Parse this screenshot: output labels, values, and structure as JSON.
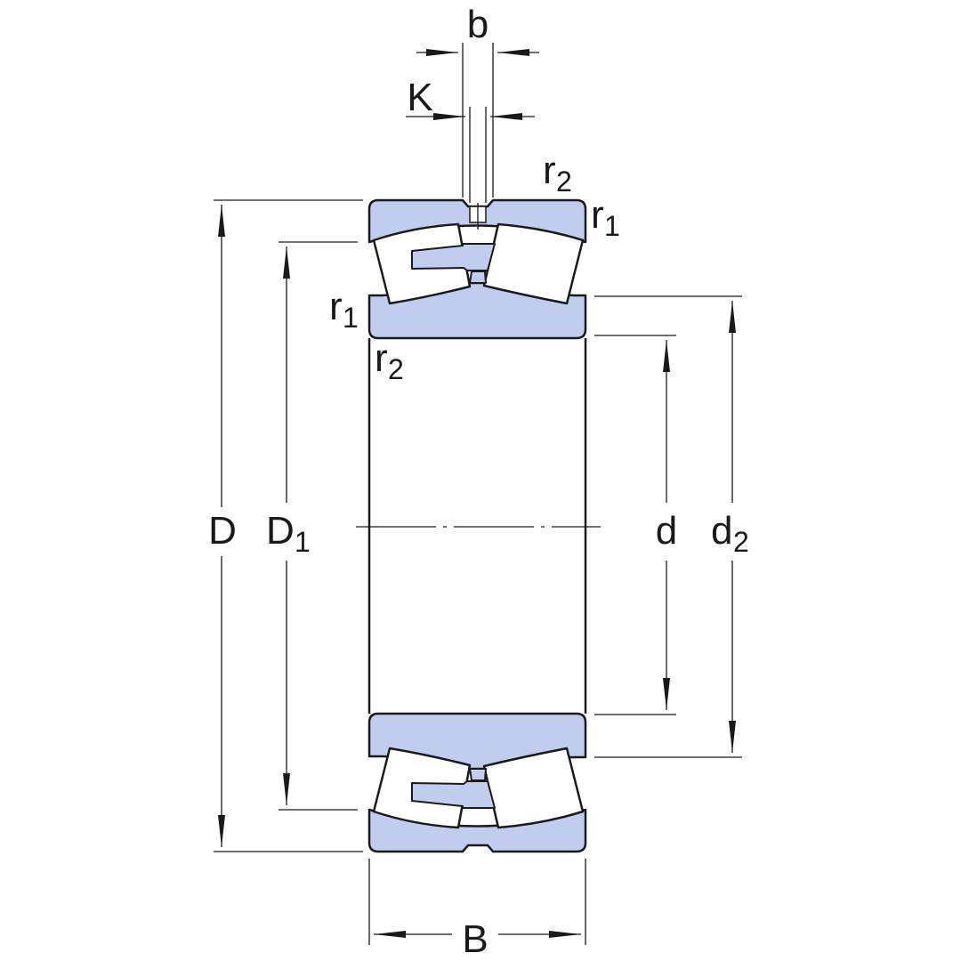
{
  "colors": {
    "ring_fill": "#c0cdef",
    "line": "#1a1a1a",
    "background": "#ffffff"
  },
  "labels": {
    "b": "b",
    "K": "K",
    "r2_top_main": "r",
    "r2_top_sub": "2",
    "r1_top_main": "r",
    "r1_top_sub": "1",
    "r1_left_main": "r",
    "r1_left_sub": "1",
    "r2_left_main": "r",
    "r2_left_sub": "2",
    "D": "D",
    "D1_main": "D",
    "D1_sub": "1",
    "d": "d",
    "d2_main": "d",
    "d2_sub": "2",
    "B": "B"
  }
}
